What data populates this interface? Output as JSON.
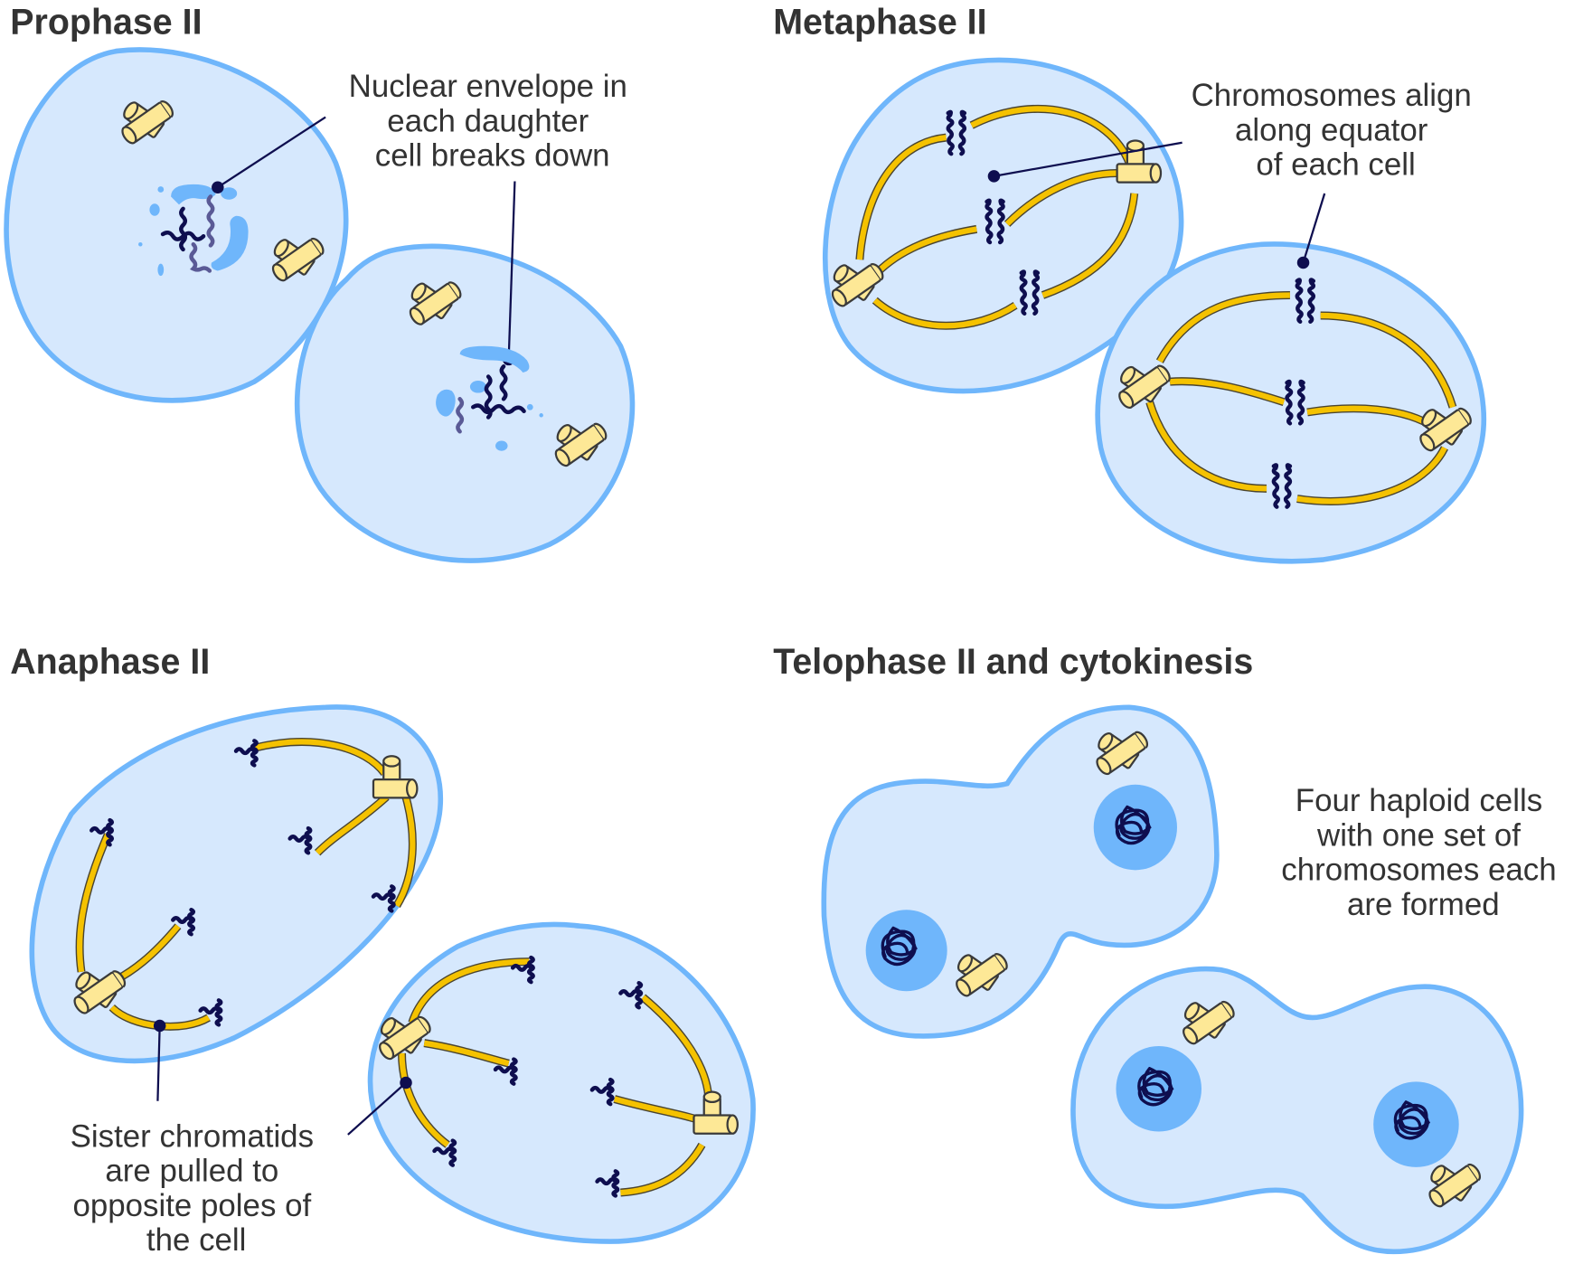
{
  "colors": {
    "cytoplasm": "#d6e8fd",
    "membrane": "#6fb6fb",
    "nucleus": "#6fb6fb",
    "spindle": "#f5c200",
    "centrosome": "#fde896",
    "chromosome": "#0e0e4f",
    "text": "#333333"
  },
  "panels": [
    {
      "id": "prophase",
      "title": "Prophase II",
      "annotation": [
        "Nuclear envelope in",
        "each daughter",
        "cell breaks down"
      ]
    },
    {
      "id": "metaphase",
      "title": "Metaphase II",
      "annotation": [
        "Chromosomes align",
        "along equator",
        "of each cell"
      ]
    },
    {
      "id": "anaphase",
      "title": "Anaphase II",
      "annotation": [
        "Sister chromatids",
        "are pulled to",
        "opposite poles of",
        "the cell"
      ]
    },
    {
      "id": "telophase",
      "title": "Telophase II and cytokinesis",
      "annotation": [
        "Four haploid cells",
        "with one set of",
        "chromosomes each",
        "are formed"
      ]
    }
  ],
  "icons": {
    "centrosome": "centrosome-icon",
    "chromosome": "chromosome-icon",
    "nucleus": "nucleus-icon"
  }
}
